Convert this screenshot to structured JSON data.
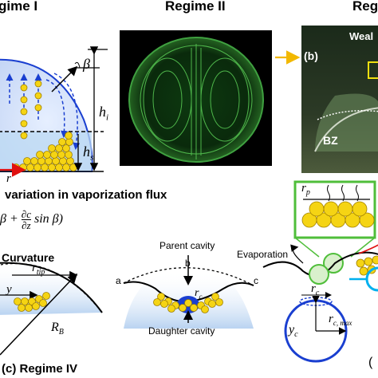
{
  "headers": {
    "regime_i": "gime I",
    "regime_ii": "Regime II",
    "regime_iii": "Reg"
  },
  "panel_a": {
    "beta": "β",
    "h_i": "h",
    "h_i_sub": "i",
    "h_s": "h",
    "h_s_sub": "s",
    "r": "r",
    "caption": "variation in vaporization flux",
    "formula_left": "β +",
    "formula_num": "∂c",
    "formula_den": "∂z",
    "formula_right": "sin β)"
  },
  "panel_b": {
    "label": "(b)",
    "weak": "Weal",
    "bz": "BZ"
  },
  "inset": {
    "r_p": "r",
    "r_p_sub": "p",
    "evaporation": "Evaporation"
  },
  "panel_curv": {
    "title": "Curvature",
    "r_tip": "r",
    "r_tip_sub": "tip",
    "y": "y",
    "R_B": "R",
    "R_B_sub": "B"
  },
  "panel_cavity": {
    "parent": "Parent cavity",
    "a": "a",
    "b": "b",
    "c": "c",
    "r_c": "r",
    "r_c_sub": "c",
    "daughter": "Daughter cavity"
  },
  "panel_right_bottom": {
    "r_c": "r",
    "r_c_sub": "c",
    "y_c": "y",
    "y_c_sub": "c",
    "r_cmax": "r",
    "r_cmax_sub": "c, max",
    "partial": "("
  },
  "footer": {
    "label": "(c)  Regime IV"
  }
}
